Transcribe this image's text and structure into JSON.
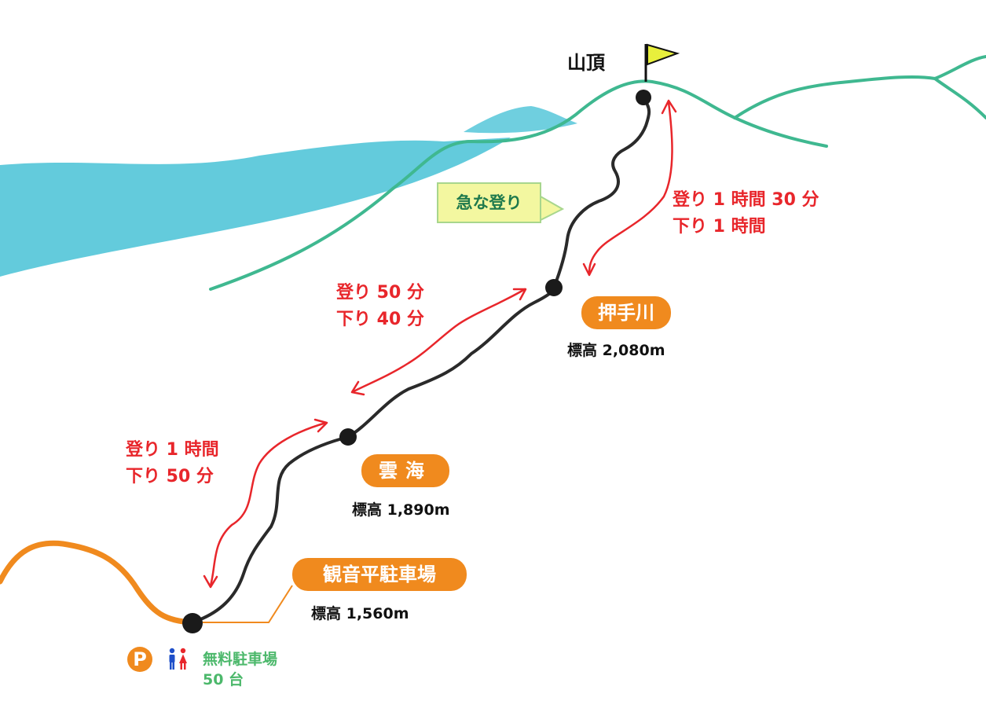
{
  "summit": {
    "label": "山頂"
  },
  "callout": {
    "label": "急な登り"
  },
  "segments": {
    "summit_to_oshitegawa": {
      "up": "登り 1 時間 30 分",
      "down": "下り 1 時間"
    },
    "oshitegawa_to_unkai": {
      "up": "登り 50 分",
      "down": "下り 40 分"
    },
    "unkai_to_kannondaira": {
      "up": "登り 1 時間",
      "down": "下り 50 分"
    }
  },
  "stations": {
    "oshitegawa": {
      "name": "押手川",
      "elevation": "標高 2,080m"
    },
    "unkai": {
      "name": "雲海",
      "elevation": "標高 1,890m"
    },
    "kannondaira": {
      "name": "観音平駐車場",
      "elevation": "標高 1,560m"
    }
  },
  "parking": {
    "icon_letter": "P",
    "line1": "無料駐車場",
    "line2": "50 台"
  },
  "icons": [
    "parking-icon",
    "toilet-icon",
    "flag-icon"
  ],
  "colors": {
    "trail": "#2a2a2a",
    "time_text": "#e8262b",
    "station_pill": "#f08a1e",
    "ridge": "#3fb890",
    "lake": "#56c7d9",
    "approach_road": "#f08a1e",
    "parking_text": "#4cb86b",
    "callout_fill": "#f3f7a0",
    "flag": "#e8ef3c"
  }
}
